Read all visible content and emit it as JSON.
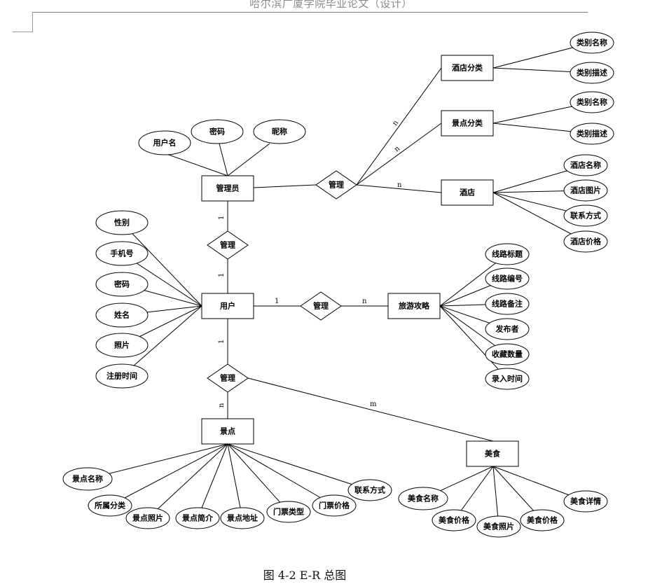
{
  "header": {
    "text": "哈尔滨广厦学院毕业论文（设计）"
  },
  "caption": {
    "text": "图 4-2 E-R 总图"
  },
  "diagram": {
    "entities": {
      "hotel_category": "酒店分类",
      "spot_category": "景点分类",
      "hotel": "酒店",
      "admin": "管理员",
      "user": "用户",
      "guide": "旅游攻略",
      "spot": "景点",
      "food": "美食"
    },
    "relationships": {
      "admin_manage": "管理",
      "admin_user": "管理",
      "user_guide": "管理",
      "user_spot_food": "管理"
    },
    "attributes": {
      "hotel_category": [
        "类别名称",
        "类别描述"
      ],
      "spot_category": [
        "类别名称",
        "类别描述"
      ],
      "hotel": [
        "酒店名称",
        "酒店图片",
        "联系方式",
        "酒店价格"
      ],
      "admin": [
        "用户名",
        "密码",
        "昵称"
      ],
      "user": [
        "性别",
        "手机号",
        "密码",
        "姓名",
        "照片",
        "注册时间"
      ],
      "guide": [
        "线路标题",
        "线路编号",
        "线路备注",
        "发布者",
        "收藏数量",
        "录入时间"
      ],
      "spot": [
        "景点名称",
        "所属分类",
        "景点照片",
        "景点简介",
        "景点地址",
        "门票类型",
        "门票价格",
        "联系方式"
      ],
      "food": [
        "美食名称",
        "美食价格",
        "美食照片",
        "美食价格",
        "美食详情"
      ]
    },
    "cardinalities": {
      "to_hotel_category": "n",
      "to_spot_category": "n",
      "to_hotel": "n",
      "admin_side": "1",
      "user_side_top": "1",
      "user_guide_left": "1",
      "user_guide_right": "n",
      "user_side_bottom": "1",
      "to_spot": "n",
      "to_food": "m"
    }
  }
}
